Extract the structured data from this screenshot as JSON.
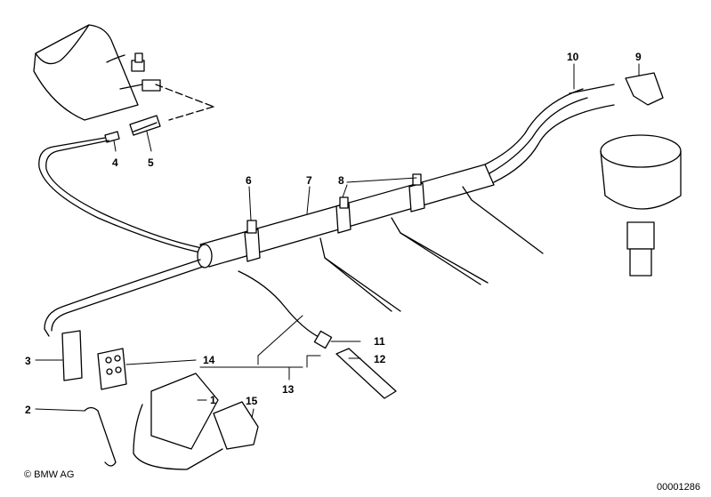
{
  "callouts": {
    "n1": "1",
    "n2": "2",
    "n3": "3",
    "n4": "4",
    "n5": "5",
    "n6": "6",
    "n7": "7",
    "n8": "8",
    "n9": "9",
    "n10": "10",
    "n11": "11",
    "n12": "12",
    "n13": "13",
    "n14": "14",
    "n15": "15"
  },
  "footer": {
    "copyright": "© BMW AG",
    "document_number": "00001286"
  }
}
